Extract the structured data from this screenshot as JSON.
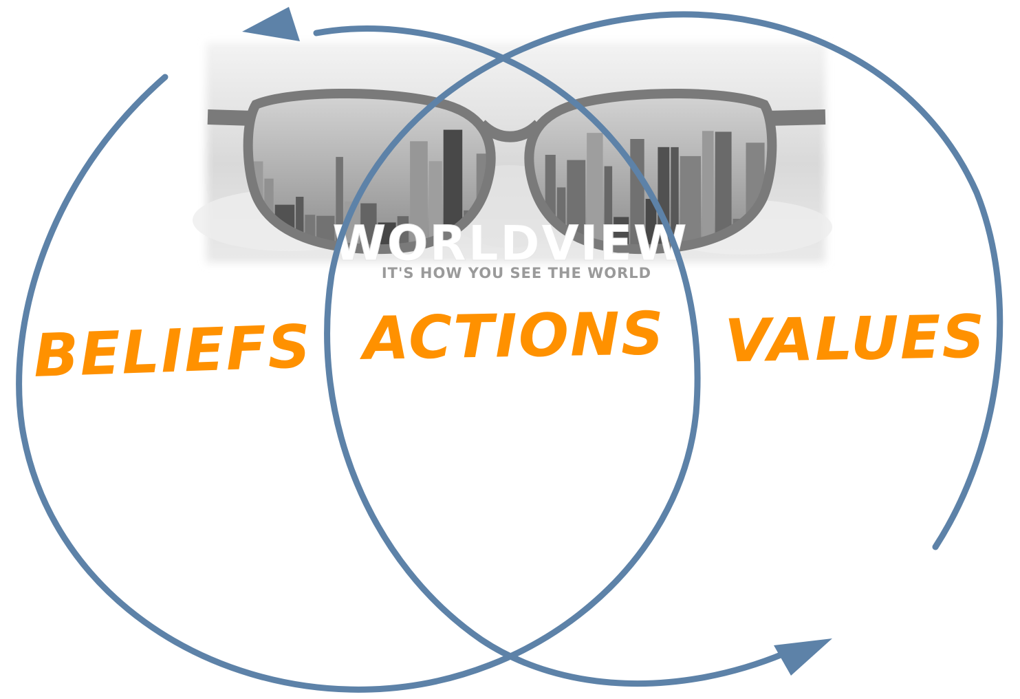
{
  "banner": {
    "title": "WORLDVIEW",
    "subtitle": "IT'S HOW YOU SEE THE WORLD"
  },
  "labels": {
    "left": "BELIEFS",
    "center": "ACTIONS",
    "right": "VALUES"
  },
  "colors": {
    "ring": "#5d82a8",
    "label": "#ff9100",
    "banner_text": "#ffffff",
    "banner_sub": "#9a9a9a"
  },
  "icons": [
    "eyeglasses-icon",
    "city-skyline-icon",
    "cycle-arrow-icon"
  ]
}
